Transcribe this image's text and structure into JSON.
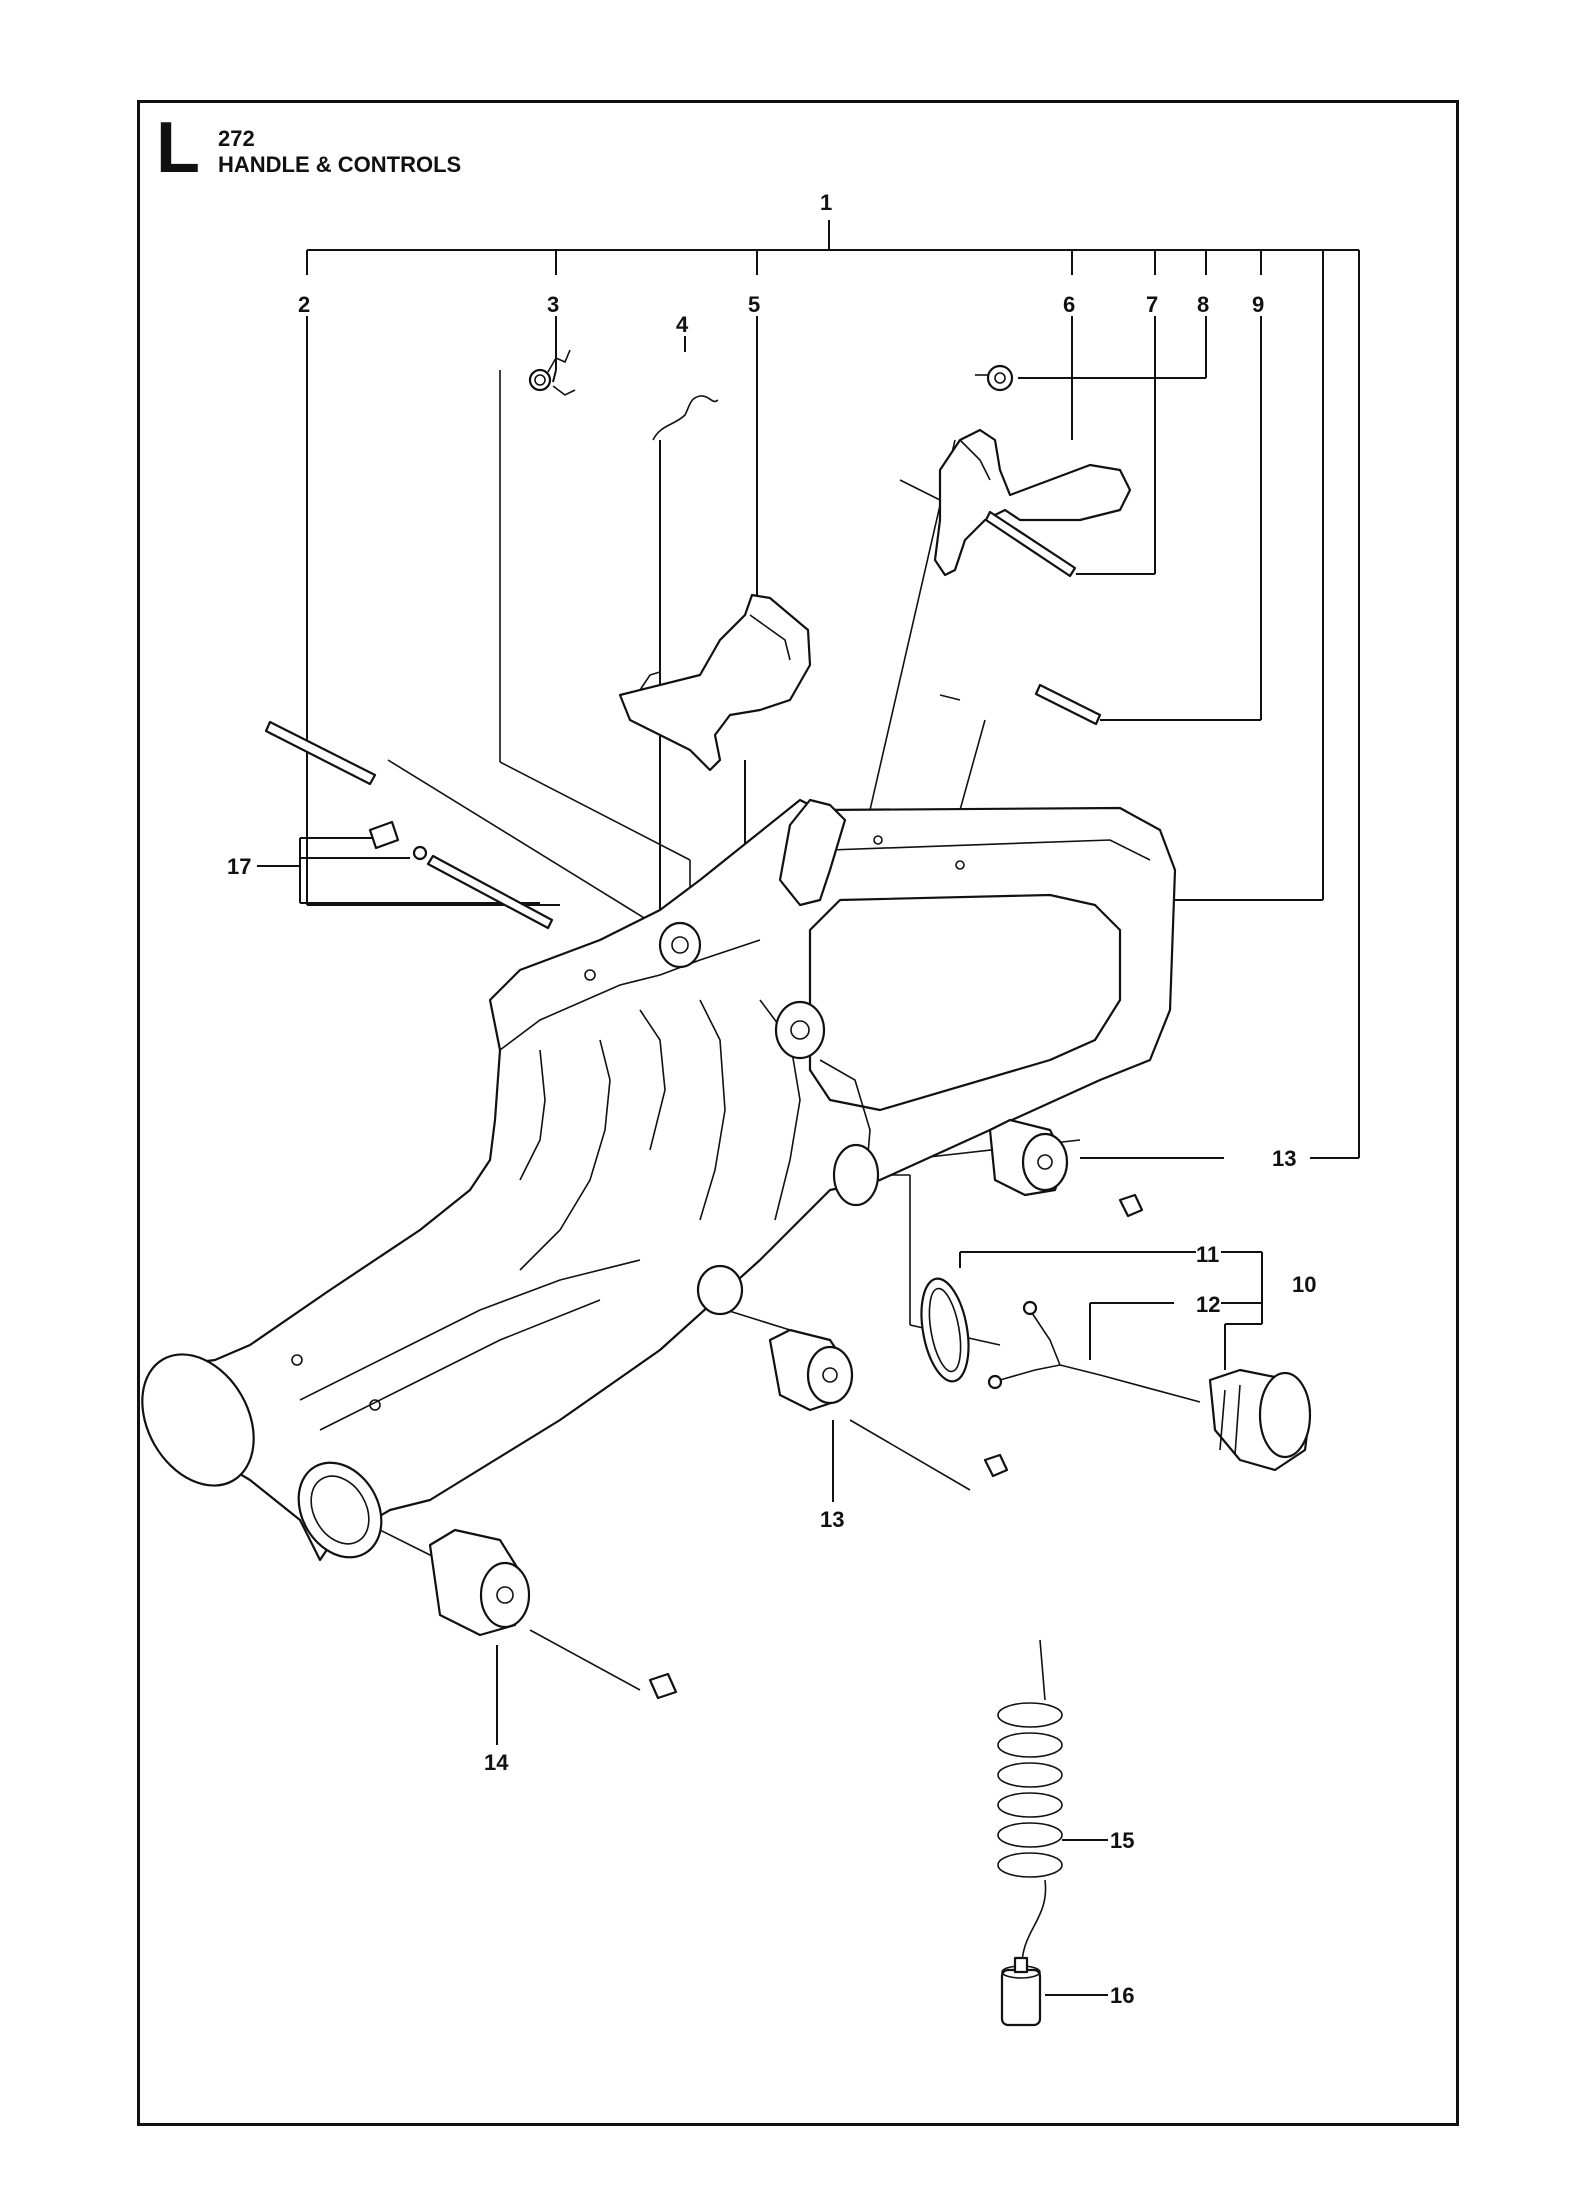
{
  "header": {
    "section_letter": "L",
    "model_number": "272",
    "title": "HANDLE & CONTROLS"
  },
  "callouts": [
    {
      "id": "c1",
      "label": "1"
    },
    {
      "id": "c2",
      "label": "2"
    },
    {
      "id": "c3",
      "label": "3"
    },
    {
      "id": "c4",
      "label": "4"
    },
    {
      "id": "c5",
      "label": "5"
    },
    {
      "id": "c6",
      "label": "6"
    },
    {
      "id": "c7",
      "label": "7"
    },
    {
      "id": "c8",
      "label": "8"
    },
    {
      "id": "c9",
      "label": "9"
    },
    {
      "id": "c10",
      "label": "10"
    },
    {
      "id": "c11",
      "label": "11"
    },
    {
      "id": "c12",
      "label": "12"
    },
    {
      "id": "c13a",
      "label": "13"
    },
    {
      "id": "c13b",
      "label": "13"
    },
    {
      "id": "c14",
      "label": "14"
    },
    {
      "id": "c15",
      "label": "15"
    },
    {
      "id": "c16",
      "label": "16"
    },
    {
      "id": "c17",
      "label": "17"
    }
  ]
}
